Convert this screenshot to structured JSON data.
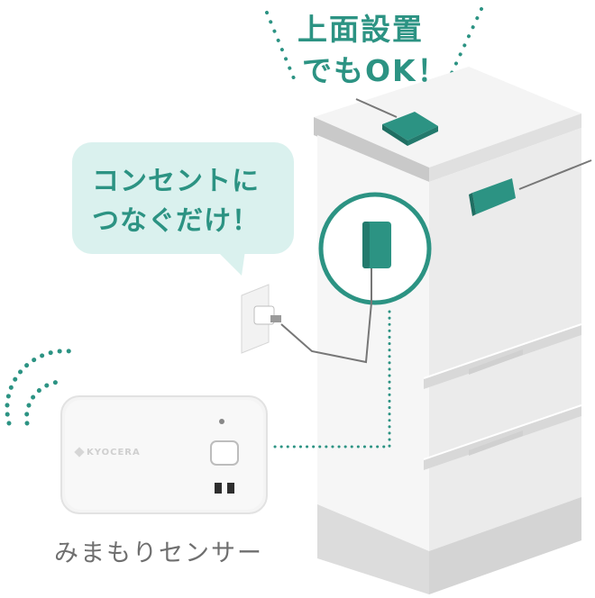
{
  "headline": {
    "line1": "上面設置",
    "line2": "でもOK！"
  },
  "bubble": {
    "line1": "コンセントに",
    "line2": "つなぐだけ！"
  },
  "sensor": {
    "name": "みまもりセンサー",
    "brand": "KYOCERA",
    "brand_icon": "kyocera-logo-icon"
  },
  "colors": {
    "accent": "#2c9383",
    "bubble_bg": "#daf1ee",
    "cabinet": "#f1f1f1",
    "text_gray": "#6f6f6f"
  }
}
